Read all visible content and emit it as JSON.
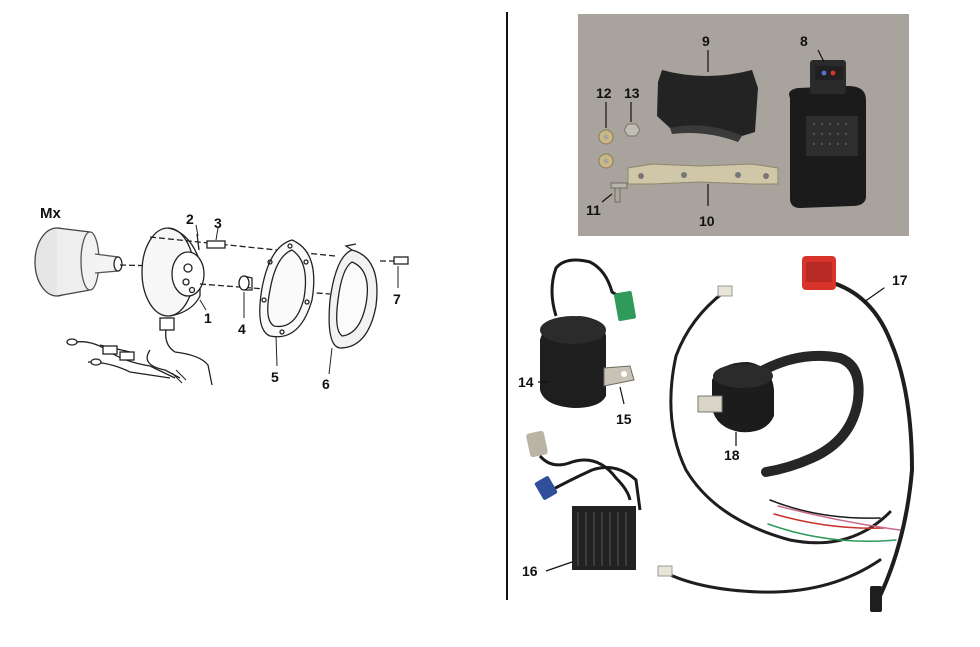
{
  "model_label": "Mx",
  "callouts": {
    "c1": "1",
    "c2": "2",
    "c3": "3",
    "c4": "4",
    "c5": "5",
    "c6": "6",
    "c7": "7",
    "c8": "8",
    "c9": "9",
    "c10": "10",
    "c11": "11",
    "c12": "12",
    "c13": "13",
    "c14": "14",
    "c15": "15",
    "c16": "16",
    "c17": "17",
    "c18": "18"
  },
  "colors": {
    "photo_background": "#a8a39c",
    "part_black": "#1b1b1b",
    "bracket_metal": "#cfc7a8",
    "connector_green": "#2f9a5a",
    "connector_blue": "#2f4f9a",
    "connector_red": "#d8342c",
    "connector_grey": "#b9b4a4"
  }
}
